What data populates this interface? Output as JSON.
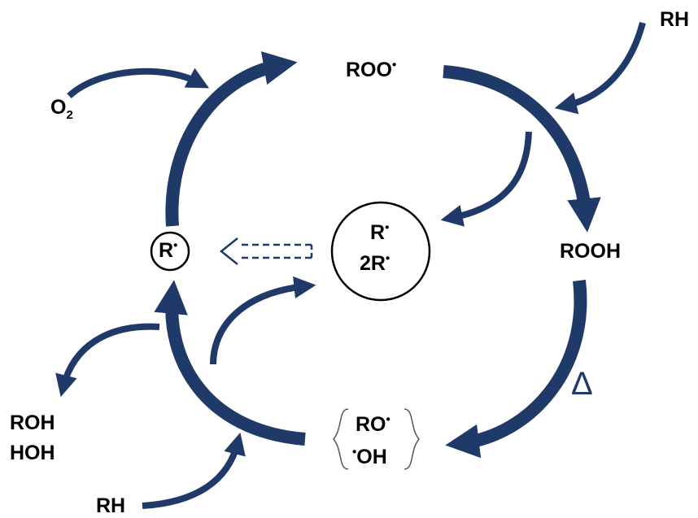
{
  "labels": {
    "o2_main": "O",
    "o2_sub": "2",
    "roo_main": "ROO",
    "roo_dot": "•",
    "rh_top": "RH",
    "r_center_main": "R",
    "r_center_dot": "•",
    "two_r_main": "2R",
    "two_r_dot": "•",
    "r_left_main": "R",
    "r_left_dot": "•",
    "rooh": "ROOH",
    "delta": "Δ",
    "ro_main": "RO",
    "ro_dot": "•",
    "oh_dot": "•",
    "oh_main": "OH",
    "roh": "ROH",
    "hoh": "HOH",
    "rh_bottom": "RH"
  },
  "colors": {
    "arrow": "#1F3A68",
    "text": "#000000"
  }
}
